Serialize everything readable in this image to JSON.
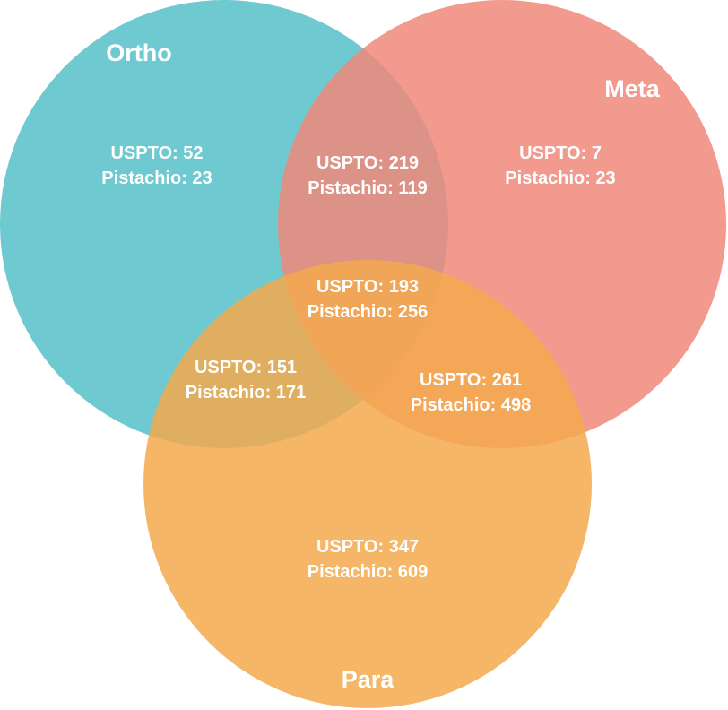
{
  "colors": {
    "ortho": "#5ec4cb",
    "meta": "#f0887a",
    "para": "#f3a94d",
    "text": "#ffffff"
  },
  "sets": {
    "ortho": {
      "name": "Ortho"
    },
    "meta": {
      "name": "Meta"
    },
    "para": {
      "name": "Para"
    }
  },
  "regions": {
    "ortho_only": {
      "line1": "USPTO: 52",
      "line2": "Pistachio: 23"
    },
    "meta_only": {
      "line1": "USPTO: 7",
      "line2": "Pistachio: 23"
    },
    "para_only": {
      "line1": "USPTO: 347",
      "line2": "Pistachio: 609"
    },
    "ortho_meta": {
      "line1": "USPTO: 219",
      "line2": "Pistachio: 119"
    },
    "ortho_para": {
      "line1": "USPTO: 151",
      "line2": "Pistachio: 171"
    },
    "meta_para": {
      "line1": "USPTO: 261",
      "line2": "Pistachio: 498"
    },
    "all_three": {
      "line1": "USPTO: 193",
      "line2": "Pistachio: 256"
    }
  }
}
